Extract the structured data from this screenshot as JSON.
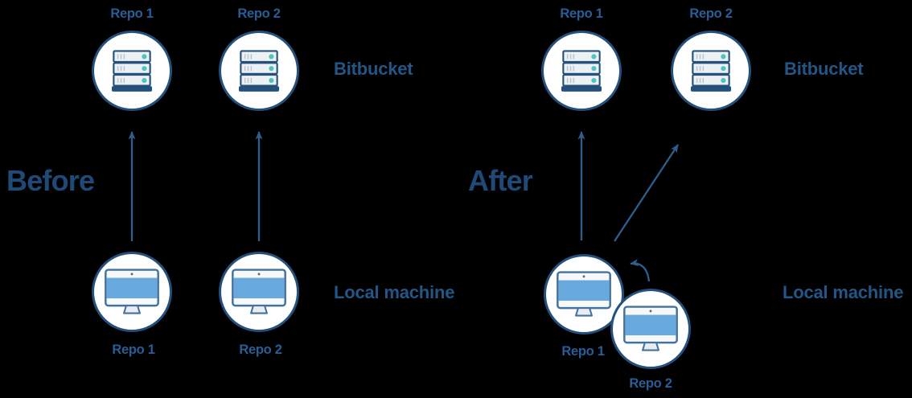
{
  "colors": {
    "bg": "#000000",
    "heading-text": "#1f4a78",
    "label-text": "#2a5d95",
    "side-text": "#235687",
    "node-border": "#24507c",
    "node-fill": "#ffffff",
    "arrow": "#2e5f8c",
    "server-fill": "#eef1f4",
    "server-stroke": "#24507c",
    "server-dot": "#4fc3c6",
    "server-slits": "#b9c7d4",
    "imac-stroke": "#44729e",
    "imac-body": "#f7f8fa",
    "imac-screen": "#68a9de",
    "imac-stand": "#e9edf1",
    "imac-camera": "#5b6770"
  },
  "icons": {
    "server-icon": "rack-server",
    "imac-icon": "desktop-computer"
  },
  "before": {
    "heading": "Before",
    "bitbucket_label": "Bitbucket",
    "local_machine_label": "Local machine",
    "bitbucket_repos": [
      {
        "label": "Repo 1"
      },
      {
        "label": "Repo 2"
      }
    ],
    "local_repos": [
      {
        "label": "Repo 1"
      },
      {
        "label": "Repo 2"
      }
    ]
  },
  "after": {
    "heading": "After",
    "bitbucket_label": "Bitbucket",
    "local_machine_label": "Local machine",
    "bitbucket_repos": [
      {
        "label": "Repo 1"
      },
      {
        "label": "Repo 2"
      }
    ],
    "local_repos": [
      {
        "label": "Repo 1"
      },
      {
        "label": "Repo 2"
      }
    ]
  }
}
